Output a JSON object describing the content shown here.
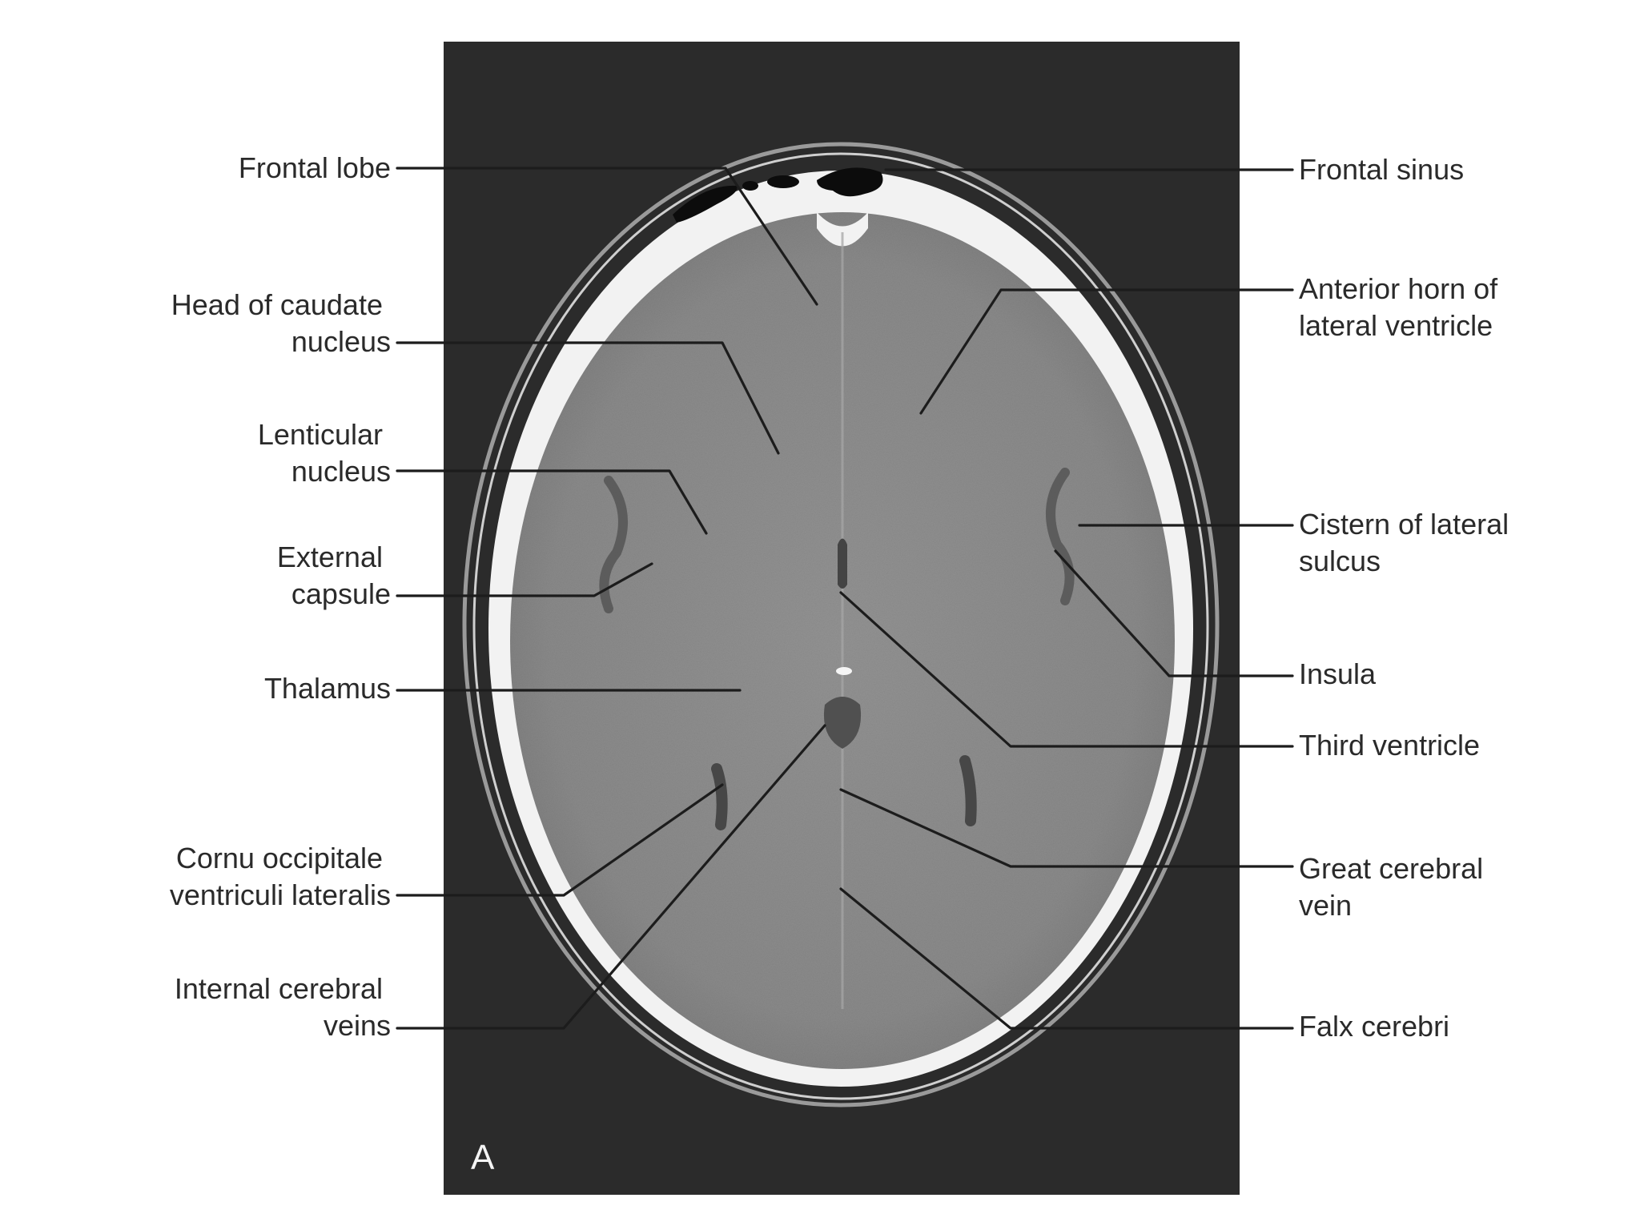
{
  "figure": {
    "panel_letter": "A"
  },
  "labels_left": [
    {
      "id": "frontal-lobe",
      "lines": [
        "Frontal lobe"
      ]
    },
    {
      "id": "head-of-caudate-nucleus",
      "lines": [
        "Head of caudate",
        "nucleus"
      ]
    },
    {
      "id": "lenticular-nucleus",
      "lines": [
        "Lenticular",
        "nucleus"
      ]
    },
    {
      "id": "external-capsule",
      "lines": [
        "External",
        "capsule"
      ]
    },
    {
      "id": "thalamus",
      "lines": [
        "Thalamus"
      ]
    },
    {
      "id": "cornu-occipitale",
      "lines": [
        "Cornu occipitale",
        "ventriculi lateralis"
      ]
    },
    {
      "id": "internal-cerebral-veins",
      "lines": [
        "Internal cerebral",
        "veins"
      ]
    }
  ],
  "labels_right": [
    {
      "id": "frontal-sinus",
      "lines": [
        "Frontal sinus"
      ]
    },
    {
      "id": "anterior-horn-lateral-ventricle",
      "lines": [
        "Anterior horn of",
        "lateral ventricle"
      ]
    },
    {
      "id": "cistern-lateral-sulcus",
      "lines": [
        "Cistern of lateral",
        "sulcus"
      ]
    },
    {
      "id": "insula",
      "lines": [
        "Insula"
      ]
    },
    {
      "id": "third-ventricle",
      "lines": [
        "Third ventricle"
      ]
    },
    {
      "id": "great-cerebral-vein",
      "lines": [
        "Great cerebral",
        "vein"
      ]
    },
    {
      "id": "falx-cerebri",
      "lines": [
        "Falx cerebri"
      ]
    }
  ],
  "colors": {
    "background": "#ffffff",
    "scan_background": "#2b2b2b",
    "skull": "#f2f2f2",
    "brain_tissue": "#8c8c8c",
    "csf": "#4a4a4a",
    "sinus_air": "#0c0c0c",
    "label_text": "#2a2a2a",
    "leader_line": "#1c1c1c"
  }
}
